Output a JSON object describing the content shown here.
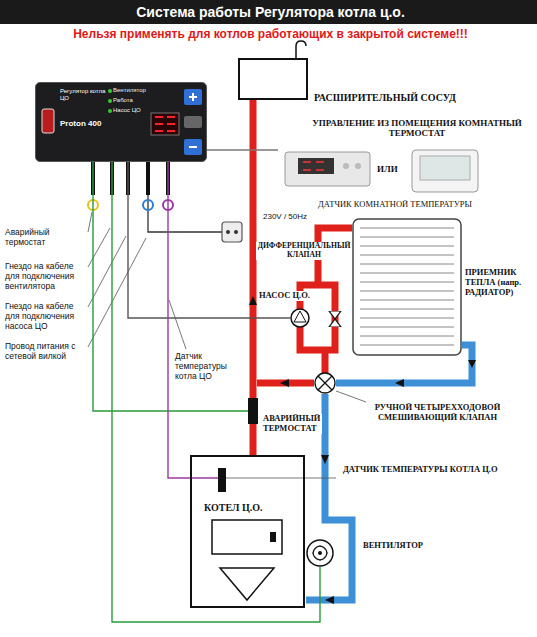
{
  "diagram": {
    "title": "Система работы Регулятора котла ц.о.",
    "nodes": [
      {
        "text": [
          "Регулятор котла ЦО",
          "Proton 400"
        ]
      },
      {
        "text": [
          "РАСШИРИТЕЛЬНЫЙ СОСУД"
        ]
      },
      {
        "text": [
          "УПРАВЛЕНИЕ ИЗ ПОМЕЩЕНИЯ КОМНАТНЫЙ ТЕРМОСТАТ",
          "ИЛИ",
          "ДАТЧИК КОМНАТНОЙ ТЕМПЕРАТУРЫ"
        ]
      },
      {
        "text": [
          "ПРИЕМНИК ТЕПЛА (напр. РАДИАТОР)"
        ]
      },
      {
        "text": [
          "ДИФФЕРЕНЦИАЛЬНЫЙ КЛАПАН"
        ]
      },
      {
        "text": [
          "НАСОС Ц.О."
        ]
      },
      {
        "text": [
          "РУЧНОЙ ЧЕТЫРЕХХОДОВОЙ СМЕШИВАЮЩИЙ КЛАПАН"
        ]
      },
      {
        "text": [
          "АВАРИЙНЫЙ ТЕРМОСТАТ"
        ]
      },
      {
        "text": [
          "КОТЕЛ Ц.О."
        ]
      },
      {
        "text": [
          "ДАТЧИК ТЕМПЕРАТУРЫ КОТЛА Ц.О"
        ],
        "in": 8
      },
      {
        "text": [
          "ВЕНТИЛЯТОР"
        ]
      }
    ],
    "edges": [
      {
        "from": 0,
        "to": 2,
        "arrow": "none"
      },
      {
        "from": 0,
        "to": 5,
        "arrow": "none"
      },
      {
        "from": 0,
        "to": 7,
        "arrow": "none"
      },
      {
        "from": 0,
        "to": 9,
        "arrow": "none"
      },
      {
        "from": 0,
        "to": 10,
        "arrow": "none"
      }
    ],
    "labels": [
      "Нельзя применять для котлов работающих в закрытой системе!!!",
      "Аварийный термостат",
      "Гнездо на кабеле для подключения вентилятора",
      "Гнездо на кабеле для подключения насоса ЦО",
      "Провод питания с сетевой вилкой",
      "Датчик температуры котла ЦО",
      "230V / 50Hz",
      "Вентилятор",
      "Работа",
      "Насос ЦО"
    ]
  }
}
